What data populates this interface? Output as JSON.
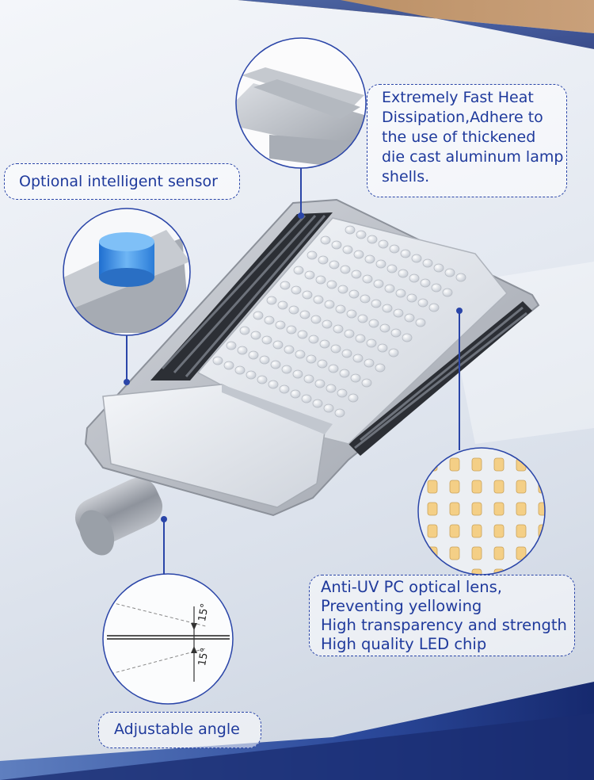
{
  "labels": {
    "heat": [
      "Extremely Fast Heat",
      "Dissipation,Adhere to",
      "the use of thickened",
      "die cast aluminum lamp",
      "shells."
    ],
    "sensor": [
      "Optional intelligent sensor"
    ],
    "lens": [
      "Anti-UV PC optical lens,",
      "Preventing yellowing",
      "High transparency and strength",
      "High quality LED chip"
    ],
    "angle": [
      "Adjustable angle"
    ]
  },
  "angle_marks": [
    "15°",
    "15°"
  ],
  "colors": {
    "accent": "#1f3a9c",
    "callout_line": "#2a45a8",
    "housing": "#b9bdc4",
    "sensor_blue": "#3b8fe0",
    "led_chip": "#f4cf86"
  },
  "icons": {
    "sensor": "photocell-sensor-icon",
    "lamp": "street-light-icon"
  }
}
